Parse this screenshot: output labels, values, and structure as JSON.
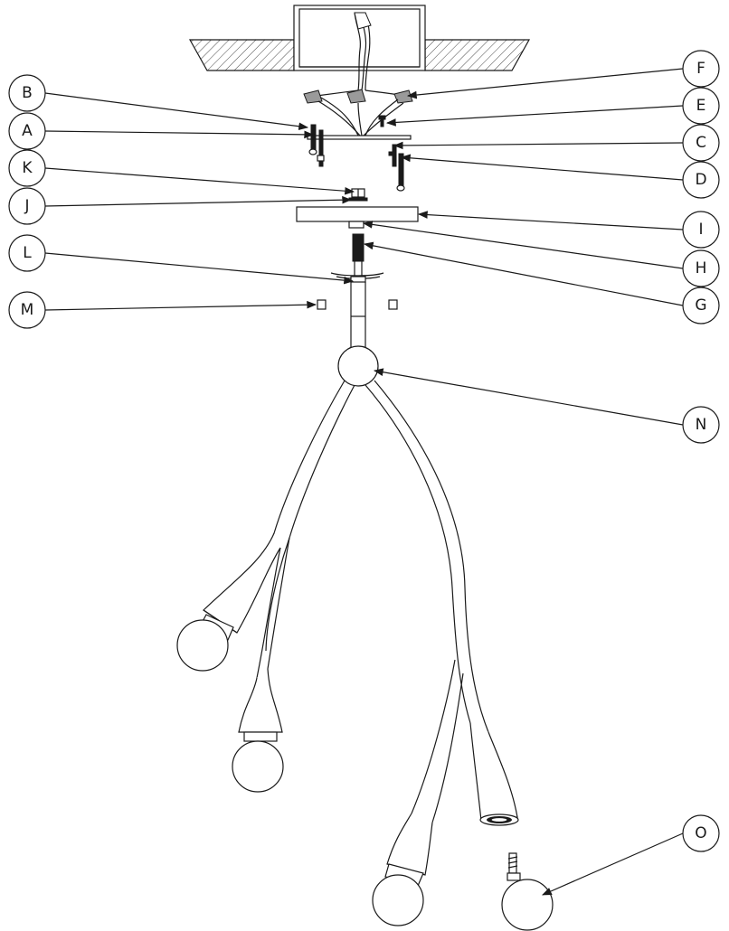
{
  "diagram": {
    "type": "exploded-assembly",
    "callouts": [
      {
        "id": "A",
        "label": "A"
      },
      {
        "id": "B",
        "label": "B"
      },
      {
        "id": "C",
        "label": "C"
      },
      {
        "id": "D",
        "label": "D"
      },
      {
        "id": "E",
        "label": "E"
      },
      {
        "id": "F",
        "label": "F"
      },
      {
        "id": "G",
        "label": "G"
      },
      {
        "id": "H",
        "label": "H"
      },
      {
        "id": "I",
        "label": "I"
      },
      {
        "id": "J",
        "label": "J"
      },
      {
        "id": "K",
        "label": "K"
      },
      {
        "id": "L",
        "label": "L"
      },
      {
        "id": "M",
        "label": "M"
      },
      {
        "id": "N",
        "label": "N"
      },
      {
        "id": "O",
        "label": "O"
      }
    ]
  }
}
